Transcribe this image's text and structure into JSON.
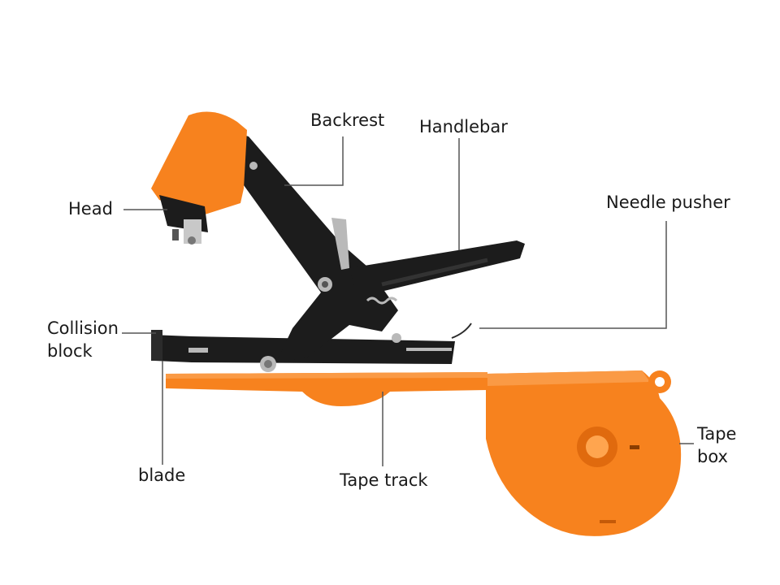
{
  "colors": {
    "orange": "#F7821E",
    "orange_dark": "#E06A0E",
    "orange_light": "#FA9A45",
    "black": "#1c1c1c",
    "metal": "#b9b9b9",
    "leader_line": "#555555"
  },
  "labels": {
    "backrest": "Backrest",
    "handlebar": "Handlebar",
    "head": "Head",
    "needle_pusher": "Needle pusher",
    "collision_block_1": "Collision",
    "collision_block_2": "block",
    "blade": "blade",
    "tape_track": "Tape track",
    "tape_box_1": "Tape",
    "tape_box_2": "box"
  }
}
